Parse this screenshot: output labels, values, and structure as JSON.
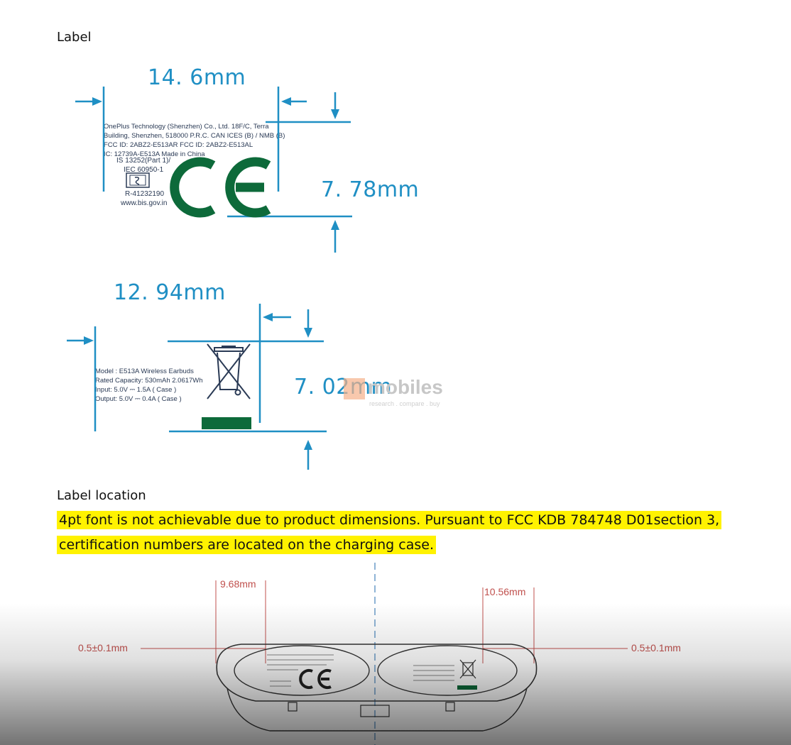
{
  "headings": {
    "label": "Label",
    "label_location": "Label location"
  },
  "label1": {
    "width": "14. 6mm",
    "height": "7. 78mm",
    "lines": [
      "OnePlus Technology (Shenzhen) Co., Ltd.      18F/C, Terra",
      "Building, Shenzhen, 518000 P.R.C.  CAN ICES (B) / NMB (B)",
      "FCC  ID: 2ABZ2-E513AR     FCC  ID: 2ABZ2-E513AL",
      "IC: 12739A-E513A     Made in China"
    ],
    "bis_lines": [
      "IS 13252(Part 1)/",
      "IEC 60950-1"
    ],
    "bis_reg": "R-41232190",
    "bis_url": "www.bis.gov.in",
    "ce_mark": "CE"
  },
  "label2": {
    "width": "12. 94mm",
    "height": "7. 02mm",
    "lines": [
      "Model : E513A     Wireless Earbuds",
      "Rated Capacity:  530mAh 2.0617Wh",
      "Input:  5.0V ⎓ 1.5A ( Case )",
      "Output:  5.0V ⎓ 0.4A ( Case )"
    ],
    "icon": "weee-crossed-bin-icon"
  },
  "watermark": {
    "brand": "mobiles",
    "tagline": "research . compare . buy"
  },
  "notice": {
    "line1": "4pt font is not achievable due to product dimensions. Pursuant to FCC KDB 784748 D01section 3,",
    "line2": "certification numbers are located on the charging case."
  },
  "case_drawing": {
    "left_width": "9.68mm",
    "right_width": "10.56mm",
    "left_offset": "0.5±0.1mm",
    "right_offset": "0.5±0.1mm"
  },
  "colors": {
    "dimension_blue": "#1f8fc4",
    "ce_green": "#0d6a3a",
    "highlight_yellow": "#fff200",
    "dimension_red": "#c0504d"
  }
}
